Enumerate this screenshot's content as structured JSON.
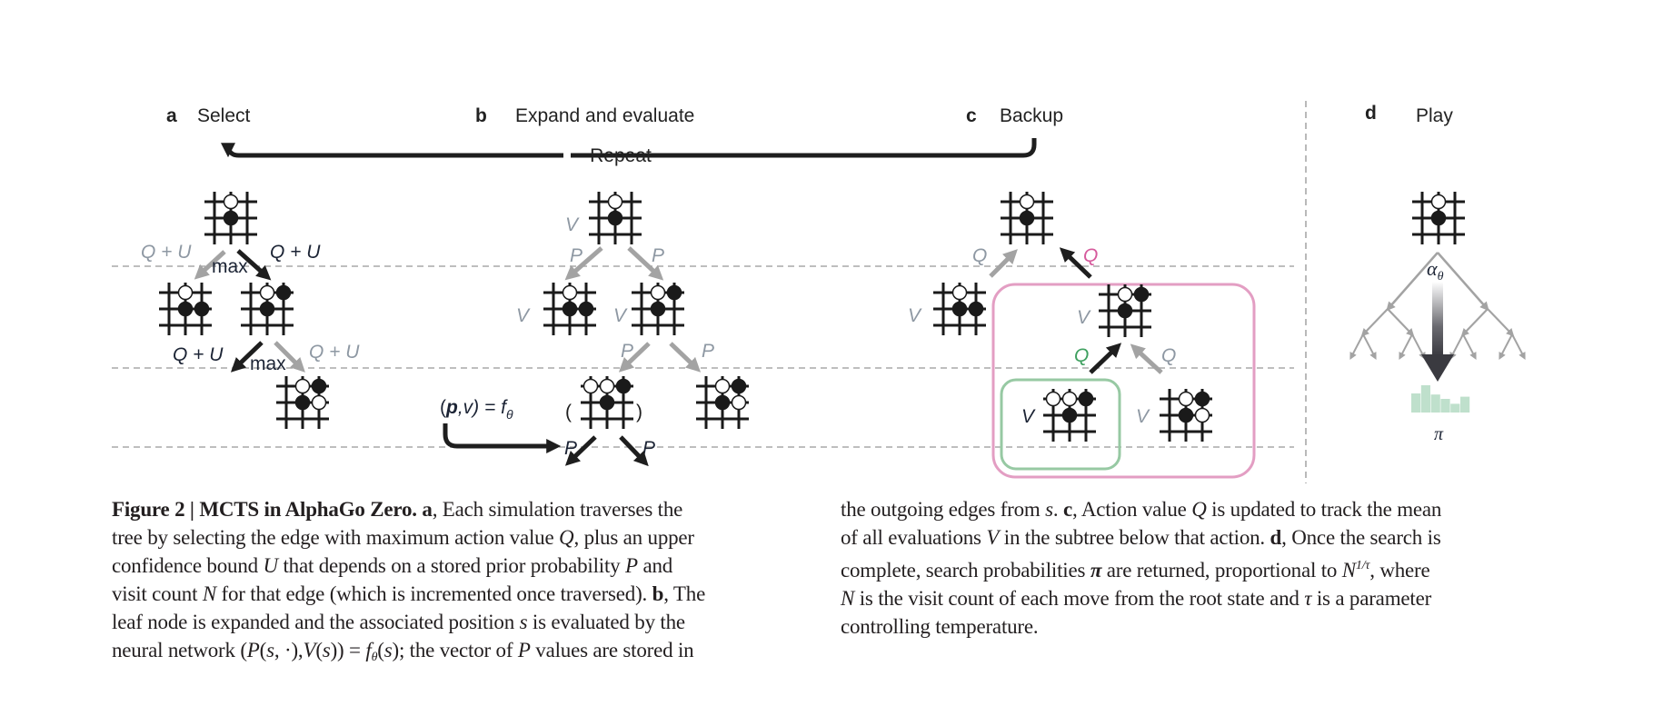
{
  "panels": {
    "a": {
      "letter": "a",
      "title": "Select"
    },
    "b": {
      "letter": "b",
      "title": "Expand and evaluate"
    },
    "c": {
      "letter": "c",
      "title": "Backup"
    },
    "d": {
      "letter": "d",
      "title": "Play"
    }
  },
  "repeat_label": "Repeat",
  "labels": {
    "q_plus_u": "Q + U",
    "max": "max",
    "v": "V",
    "p": "P",
    "q": "Q",
    "paren_open": "(",
    "paren_close": ")",
    "eq_open": "(",
    "eq_p": "p",
    "eq_rest": ",v) = ",
    "eq_f": "f",
    "eq_theta": "θ",
    "alpha": "α",
    "alpha_sub": "θ",
    "pi": "π"
  },
  "colors": {
    "gray_label": "#8e98a3",
    "dark_label": "#1c2435",
    "pink": "#e39ec3",
    "pink_text": "#d65a9c",
    "green": "#97c9a3",
    "green_text": "#3fa060",
    "arrow_gray": "#a3a3a3",
    "arrow_black": "#1e1e1e",
    "bars": "#bfe0cc"
  },
  "boards": {
    "root": [
      [
        "w",
        0,
        1
      ],
      [
        "b",
        1,
        1
      ]
    ],
    "left": [
      [
        "w",
        0,
        1
      ],
      [
        "b",
        1,
        1
      ],
      [
        "b",
        1,
        2
      ]
    ],
    "right": [
      [
        "w",
        0,
        1
      ],
      [
        "b",
        0,
        2
      ],
      [
        "b",
        1,
        1
      ]
    ],
    "deep": [
      [
        "w",
        0,
        1
      ],
      [
        "b",
        0,
        2
      ],
      [
        "b",
        1,
        1
      ],
      [
        "w",
        1,
        2
      ]
    ],
    "leaf": [
      [
        "w",
        0,
        0
      ],
      [
        "w",
        0,
        1
      ],
      [
        "b",
        0,
        2
      ],
      [
        "b",
        1,
        1
      ]
    ]
  },
  "pi_distribution": [
    0.7,
    1.0,
    0.66,
    0.5,
    0.32,
    0.58
  ],
  "caption": {
    "left": [
      [
        [
          "b",
          "Figure 2 | MCTS in AlphaGo Zero. a"
        ],
        [
          "n",
          ", Each simulation traverses the"
        ]
      ],
      [
        [
          "n",
          "tree by selecting the edge with maximum action value "
        ],
        [
          "i",
          "Q"
        ],
        [
          "n",
          ", plus an upper"
        ]
      ],
      [
        [
          "n",
          "confidence bound "
        ],
        [
          "i",
          "U"
        ],
        [
          "n",
          " that depends on a stored prior probability "
        ],
        [
          "i",
          "P"
        ],
        [
          "n",
          " and"
        ]
      ],
      [
        [
          "n",
          "visit count "
        ],
        [
          "i",
          "N"
        ],
        [
          "n",
          " for that edge (which is incremented once traversed). "
        ],
        [
          "b",
          "b"
        ],
        [
          "n",
          ", The"
        ]
      ],
      [
        [
          "n",
          "leaf node is expanded and the associated position "
        ],
        [
          "i",
          "s"
        ],
        [
          "n",
          " is evaluated by the"
        ]
      ],
      [
        [
          "n",
          "neural network ("
        ],
        [
          "i",
          "P"
        ],
        [
          "n",
          "("
        ],
        [
          "i",
          "s"
        ],
        [
          "n",
          ", ·),"
        ],
        [
          "i",
          "V"
        ],
        [
          "n",
          "("
        ],
        [
          "i",
          "s"
        ],
        [
          "n",
          ")) = "
        ],
        [
          "i",
          "f"
        ],
        [
          "sub",
          "θ"
        ],
        [
          "n",
          "("
        ],
        [
          "i",
          "s"
        ],
        [
          "n",
          "); the vector of "
        ],
        [
          "i",
          "P"
        ],
        [
          "n",
          " values are stored in"
        ]
      ]
    ],
    "right": [
      [
        [
          "n",
          "the outgoing edges from "
        ],
        [
          "i",
          "s"
        ],
        [
          "n",
          ". "
        ],
        [
          "b",
          "c"
        ],
        [
          "n",
          ", Action value "
        ],
        [
          "i",
          "Q"
        ],
        [
          "n",
          " is updated to track the mean"
        ]
      ],
      [
        [
          "n",
          "of all evaluations "
        ],
        [
          "i",
          "V"
        ],
        [
          "n",
          " in the subtree below that action. "
        ],
        [
          "b",
          "d"
        ],
        [
          "n",
          ", Once the search is"
        ]
      ],
      [
        [
          "n",
          "complete, search probabilities "
        ],
        [
          "bi",
          "π"
        ],
        [
          "n",
          " are returned, proportional to "
        ],
        [
          "i",
          "N"
        ],
        [
          "sup",
          "1/τ"
        ],
        [
          "n",
          ", where"
        ]
      ],
      [
        [
          "i",
          "N"
        ],
        [
          "n",
          " is the visit count of each move from the root state and "
        ],
        [
          "i",
          "τ"
        ],
        [
          "n",
          " is a parameter"
        ]
      ],
      [
        [
          "n",
          "controlling temperature."
        ]
      ]
    ]
  }
}
